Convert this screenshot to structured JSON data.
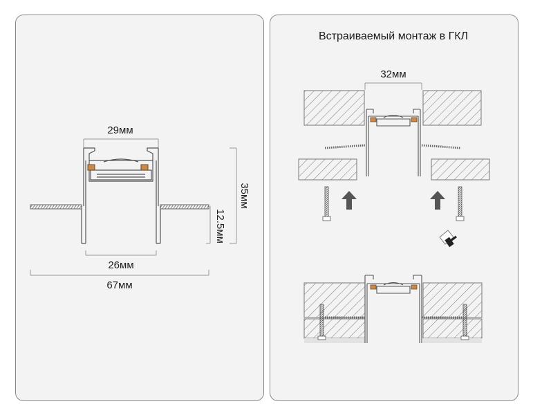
{
  "left_panel": {
    "labels": {
      "top_width": "29мм",
      "height": "35мм",
      "flange_height": "12.5мм",
      "bottom_width": "26мм",
      "overall_width": "67мм"
    }
  },
  "right_panel": {
    "title": "Встраиваемый монтаж в ГКЛ",
    "labels": {
      "opening_width": "32мм"
    }
  }
}
